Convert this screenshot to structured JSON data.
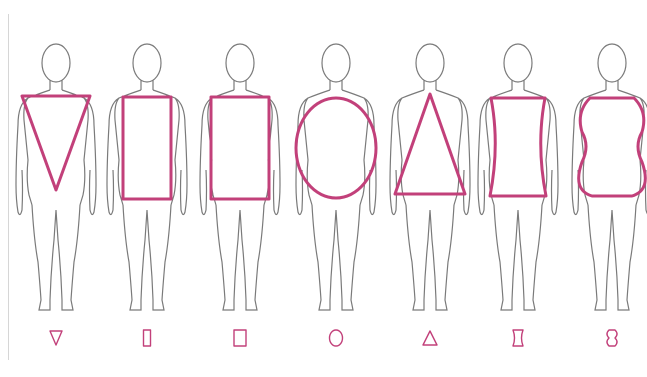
{
  "figure": {
    "accent_color": "#c2407a",
    "outline_color": "#7a7a7a",
    "figures": [
      {
        "shape": "inverted-triangle",
        "icon": "inverted-triangle-icon"
      },
      {
        "shape": "narrow-rectangle",
        "icon": "narrow-rectangle-icon"
      },
      {
        "shape": "rectangle",
        "icon": "rectangle-icon"
      },
      {
        "shape": "circle",
        "icon": "circle-icon"
      },
      {
        "shape": "triangle",
        "icon": "triangle-icon"
      },
      {
        "shape": "hourglass",
        "icon": "hourglass-icon"
      },
      {
        "shape": "rounded-hourglass",
        "icon": "rounded-hourglass-icon"
      }
    ]
  }
}
